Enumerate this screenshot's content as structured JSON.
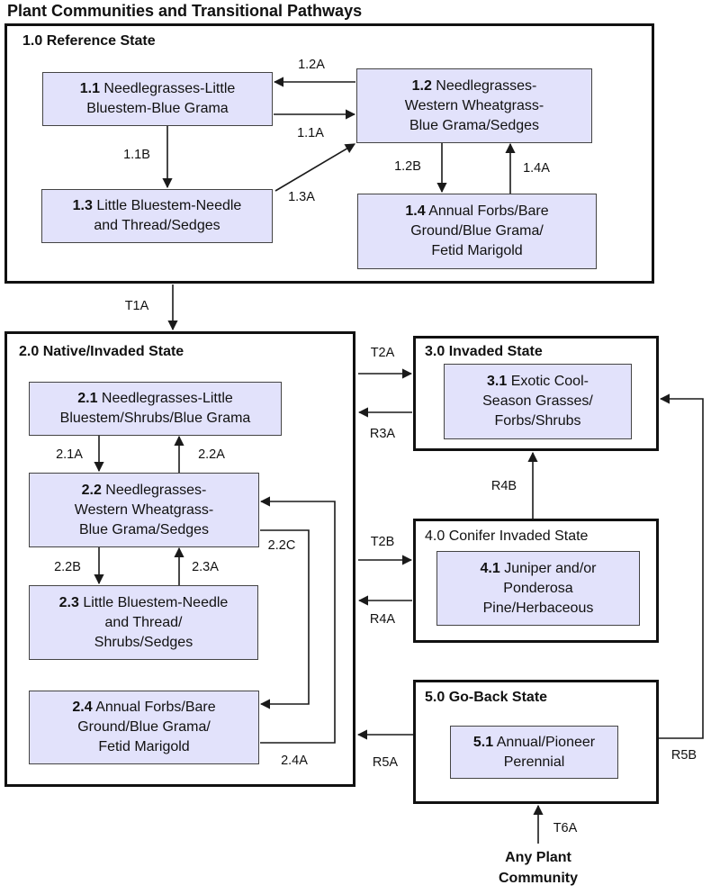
{
  "title": "Plant Communities and Transitional Pathways",
  "colors": {
    "community_fill": "#e2e2fb",
    "border": "#111111"
  },
  "states": {
    "s1": {
      "title": "1.0 Reference State",
      "c1": {
        "code": "1.1",
        "text": " Needlegrasses-Little\nBluestem-Blue Grama"
      },
      "c2": {
        "code": "1.2",
        "text": " Needlegrasses-\nWestern Wheatgrass-\nBlue Grama/Sedges"
      },
      "c3": {
        "code": "1.3",
        "text": " Little Bluestem-Needle\nand Thread/Sedges"
      },
      "c4": {
        "code": "1.4",
        "text": " Annual Forbs/Bare\nGround/Blue Grama/\nFetid Marigold"
      }
    },
    "s2": {
      "title": "2.0 Native/Invaded State",
      "c1": {
        "code": "2.1",
        "text": " Needlegrasses-Little\nBluestem/Shrubs/Blue Grama"
      },
      "c2": {
        "code": "2.2",
        "text": " Needlegrasses-\nWestern Wheatgrass-\nBlue Grama/Sedges"
      },
      "c3": {
        "code": "2.3",
        "text": " Little Bluestem-Needle\nand Thread/\nShrubs/Sedges"
      },
      "c4": {
        "code": "2.4",
        "text": " Annual Forbs/Bare\nGround/Blue Grama/\nFetid Marigold"
      }
    },
    "s3": {
      "title": "3.0 Invaded State",
      "c1": {
        "code": "3.1",
        "text": " Exotic Cool-\nSeason Grasses/\nForbs/Shrubs"
      }
    },
    "s4": {
      "title": "4.0 Conifer Invaded State",
      "c1": {
        "code": "4.1",
        "text": " Juniper and/or\nPonderosa\nPine/Herbaceous"
      }
    },
    "s5": {
      "title": "5.0 Go-Back State",
      "c1": {
        "code": "5.1",
        "text": " Annual/Pioneer\nPerennial"
      }
    }
  },
  "transitions": {
    "p12A": "1.2A",
    "p11A": "1.1A",
    "p11B": "1.1B",
    "p13A": "1.3A",
    "p12B": "1.2B",
    "p14A": "1.4A",
    "T1A": "T1A",
    "p21A": "2.1A",
    "p22A": "2.2A",
    "p22B": "2.2B",
    "p23A": "2.3A",
    "p22C": "2.2C",
    "p24A": "2.4A",
    "T2A": "T2A",
    "R3A": "R3A",
    "R4B": "R4B",
    "T2B": "T2B",
    "R4A": "R4A",
    "R5A": "R5A",
    "R5B": "R5B",
    "T6A": "T6A"
  },
  "any_plant_community": "Any Plant\nCommunity"
}
